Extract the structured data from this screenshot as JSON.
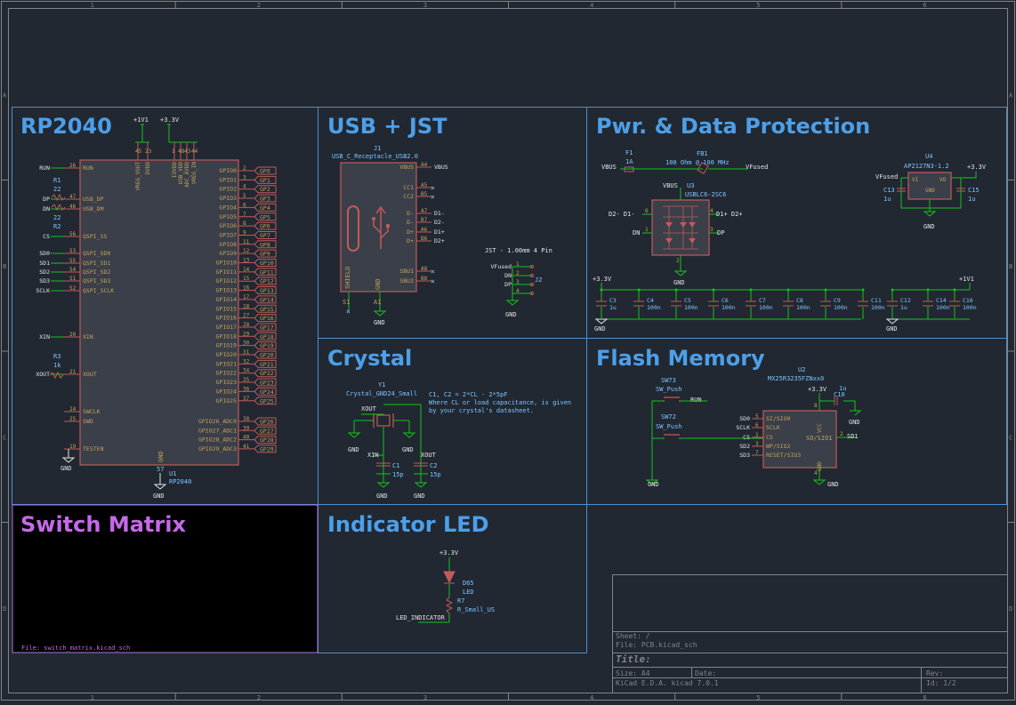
{
  "colors": {
    "background": "#212832",
    "frame": "#848484",
    "section_border": "#4e8fcf",
    "section_title": "#4d9fe8",
    "wire": "#16c21a",
    "symbol_body": "#c35a5a",
    "pin_number": "#c4a25a",
    "pin_label": "#c4a25a",
    "text_cyan": "#7ec5ff",
    "net_label": "#e3e3e3",
    "power_label": "#e3e3e3",
    "hier_sheet_fill": "#000000",
    "hier_sheet_border": "#b06fe0",
    "hier_sheet_title": "#c569e8",
    "titleblock": "#848484"
  },
  "frame": {
    "cols": [
      "1",
      "2",
      "3",
      "4",
      "5",
      "6"
    ],
    "rows": [
      "A",
      "B",
      "C",
      "D"
    ]
  },
  "sections": {
    "rp2040": "RP2040",
    "usb": "USB + JST",
    "power": "Pwr. & Data Protection",
    "crystal": "Crystal",
    "flash": "Flash Memory",
    "switch": "Switch Matrix",
    "led": "Indicator LED"
  },
  "rp2040": {
    "ref": "U1",
    "value": "RP2040",
    "supply_1v1": "+1V1",
    "supply_3v3": "+3.3V",
    "top_pins": [
      {
        "num": "45",
        "name": "VREG_VOUT"
      },
      {
        "num": "23",
        "name": "DVDD"
      },
      {
        "num": "1",
        "name": "IOVDD"
      },
      {
        "num": "48",
        "name": "USB_VDD"
      },
      {
        "num": "43",
        "name": "ADC_AVDD"
      },
      {
        "num": "44",
        "name": "VREG_IN"
      }
    ],
    "left_pins": [
      {
        "num": "26",
        "name": "RUN",
        "net": "RUN"
      },
      {
        "num": "47",
        "name": "USB_DP",
        "net": "DP"
      },
      {
        "num": "46",
        "name": "USB_DM",
        "net": "DN"
      },
      {
        "num": "56",
        "name": "QSPI_SS",
        "net": "CS"
      },
      {
        "num": "53",
        "name": "QSPI_SD0",
        "net": "SD0"
      },
      {
        "num": "55",
        "name": "QSPI_SD1",
        "net": "SD1"
      },
      {
        "num": "54",
        "name": "QSPI_SD2",
        "net": "SD2"
      },
      {
        "num": "51",
        "name": "QSPI_SD3",
        "net": "SD3"
      },
      {
        "num": "52",
        "name": "QSPI_SCLK",
        "net": "SCLK"
      },
      {
        "num": "20",
        "name": "XIN",
        "net": "XIN"
      },
      {
        "num": "21",
        "name": "XOUT",
        "net": "XOUT"
      },
      {
        "num": "24",
        "name": "SWCLK",
        "net": ""
      },
      {
        "num": "25",
        "name": "SWD",
        "net": ""
      },
      {
        "num": "19",
        "name": "TESTEN",
        "net": ""
      }
    ],
    "gpio_pins": [
      {
        "num": "2",
        "name": "GPIO0",
        "net": "GP0"
      },
      {
        "num": "3",
        "name": "GPIO1",
        "net": "GP1"
      },
      {
        "num": "4",
        "name": "GPIO2",
        "net": "GP2"
      },
      {
        "num": "5",
        "name": "GPIO3",
        "net": "GP3"
      },
      {
        "num": "6",
        "name": "GPIO4",
        "net": "GP4"
      },
      {
        "num": "7",
        "name": "GPIO5",
        "net": "GP5"
      },
      {
        "num": "8",
        "name": "GPIO6",
        "net": "GP6"
      },
      {
        "num": "9",
        "name": "GPIO7",
        "net": "GP7"
      },
      {
        "num": "11",
        "name": "GPIO8",
        "net": "GP8"
      },
      {
        "num": "12",
        "name": "GPIO9",
        "net": "GP9"
      },
      {
        "num": "13",
        "name": "GPIO10",
        "net": "GP10"
      },
      {
        "num": "14",
        "name": "GPIO11",
        "net": "GP11"
      },
      {
        "num": "15",
        "name": "GPIO12",
        "net": "GP12"
      },
      {
        "num": "16",
        "name": "GPIO13",
        "net": "GP13"
      },
      {
        "num": "17",
        "name": "GPIO14",
        "net": "GP14"
      },
      {
        "num": "18",
        "name": "GPIO15",
        "net": "GP15"
      },
      {
        "num": "27",
        "name": "GPIO16",
        "net": "GP16"
      },
      {
        "num": "28",
        "name": "GPIO17",
        "net": "GP17"
      },
      {
        "num": "29",
        "name": "GPIO18",
        "net": "GP18"
      },
      {
        "num": "30",
        "name": "GPIO19",
        "net": "GP19"
      },
      {
        "num": "31",
        "name": "GPIO20",
        "net": "GP20"
      },
      {
        "num": "32",
        "name": "GPIO21",
        "net": "GP21"
      },
      {
        "num": "34",
        "name": "GPIO22",
        "net": "GP22"
      },
      {
        "num": "35",
        "name": "GPIO23",
        "net": "GP23"
      },
      {
        "num": "36",
        "name": "GPIO24",
        "net": "GP24"
      },
      {
        "num": "37",
        "name": "GPIO25",
        "net": "GP25"
      },
      {
        "num": "38",
        "name": "GPIO26_ADC0",
        "net": "GP26"
      },
      {
        "num": "39",
        "name": "GPIO27_ADC1",
        "net": "GP27"
      },
      {
        "num": "40",
        "name": "GPIO28_ADC2",
        "net": "GP28"
      },
      {
        "num": "41",
        "name": "GPIO29_ADC3",
        "net": "GP29"
      }
    ],
    "bottom_pin": {
      "num": "57",
      "name": "GND"
    },
    "r1": {
      "ref": "R1",
      "value": "22"
    },
    "r2": {
      "ref": "R2",
      "value": "22"
    },
    "r3": {
      "ref": "R3",
      "value": "1k"
    },
    "gnd": "GND"
  },
  "usb": {
    "ref": "J1",
    "value": "USB_C_Receptacle_USB2.0",
    "pins_right": [
      {
        "num": "A4",
        "name": "VBUS",
        "net": "VBUS"
      },
      {
        "num": "A5",
        "name": "CC1",
        "net": ""
      },
      {
        "num": "B5",
        "name": "CC2",
        "net": ""
      },
      {
        "num": "A7",
        "name": "D-",
        "net": "D1-"
      },
      {
        "num": "B7",
        "name": "D-",
        "net": "D2-"
      },
      {
        "num": "A6",
        "name": "D+",
        "net": "D1+"
      },
      {
        "num": "B6",
        "name": "D+",
        "net": "D2+"
      },
      {
        "num": "A8",
        "name": "SBU1",
        "net": ""
      },
      {
        "num": "B8",
        "name": "SBU2",
        "net": ""
      }
    ],
    "shield": {
      "num": "S1",
      "name": "SHIELD"
    },
    "gnd_pin": {
      "num": "A1",
      "name": "GND"
    },
    "jst_note": "JST - 1.00mm 4 Pin",
    "jst_ref": "J2",
    "jst_pins": [
      {
        "num": "1",
        "net": "VFused"
      },
      {
        "num": "2",
        "net": "DN"
      },
      {
        "num": "3",
        "net": "DP"
      },
      {
        "num": "4",
        "net": ""
      }
    ],
    "gnd": "GND"
  },
  "power": {
    "fuse_ref": "F1",
    "fuse_value": "1A",
    "vbus": "VBUS",
    "ferrite_ref": "FB1",
    "ferrite_value": "100 Ohm @ 100 MHz",
    "vfused": "VFused",
    "tvs_ref": "U3",
    "tvs_value": "USBLC6-2SC6",
    "tvs_vbus": "VBUS",
    "tvs_pins": [
      {
        "num": "6",
        "net": "D2- D1-"
      },
      {
        "num": "4",
        "net": "D1+ D2+"
      },
      {
        "num": "1",
        "net": "DN"
      },
      {
        "num": "3",
        "net": "DP"
      },
      {
        "num": "2",
        "net": "GND"
      }
    ],
    "ldo_ref": "U4",
    "ldo_value": "AP2127N3-1.2",
    "ldo_in": "VI",
    "ldo_out": "VO",
    "ldo_gnd": "GND",
    "ldo_in_net": "VFused",
    "ldo_out_net": "+3.3V",
    "c13": {
      "ref": "C13",
      "value": "1u"
    },
    "c15": {
      "ref": "C15",
      "value": "1u"
    },
    "rail_3v3": "+3.3V",
    "rail_1v1": "+1V1",
    "caps_3v3": [
      {
        "ref": "C3",
        "value": "1u"
      },
      {
        "ref": "C4",
        "value": "100n"
      },
      {
        "ref": "C5",
        "value": "100n"
      },
      {
        "ref": "C6",
        "value": "100n"
      },
      {
        "ref": "C7",
        "value": "100n"
      },
      {
        "ref": "C8",
        "value": "100n"
      },
      {
        "ref": "C9",
        "value": "100n"
      },
      {
        "ref": "C11",
        "value": "100n"
      }
    ],
    "caps_1v1": [
      {
        "ref": "C12",
        "value": "1u"
      },
      {
        "ref": "C14",
        "value": "100n"
      },
      {
        "ref": "C16",
        "value": "100n"
      }
    ],
    "gnd": "GND"
  },
  "crystal": {
    "ref": "Y1",
    "value": "Crystal_GND24_Small",
    "note_line1": "C1, C2 = 2*CL - 2*5pF",
    "note_line2": "Where CL or load capacitance, is given",
    "note_line3": "by your crystal's datasheet.",
    "xout": "XOUT",
    "xin": "XIN",
    "xout2": "XOUT",
    "c1": {
      "ref": "C1",
      "value": "15p"
    },
    "c2": {
      "ref": "C2",
      "value": "15p"
    },
    "gnd": "GND"
  },
  "flash": {
    "ref": "U2",
    "value": "MX25R3235FZNxx0",
    "sw73": {
      "ref": "SW73",
      "value": "SW_Push",
      "net": "RUN"
    },
    "sw72": {
      "ref": "SW72",
      "value": "SW_Push"
    },
    "vcc": "VCC",
    "supply": "+3.3V",
    "cap": {
      "ref": "C10",
      "value": "1u"
    },
    "pins_left": [
      {
        "num": "5",
        "name": "SI/SIO0",
        "net": "SD0"
      },
      {
        "num": "6",
        "name": "SCLK",
        "net": "SCLK"
      },
      {
        "num": "1",
        "name": "CS",
        "net": "CS"
      },
      {
        "num": "3",
        "name": "WP/SIO2",
        "net": "SD2"
      },
      {
        "num": "7",
        "name": "RESET/SIO3",
        "net": "SD3"
      }
    ],
    "pin_right": {
      "num": "2",
      "name": "SO/SIO1",
      "net": "SD1"
    },
    "pin_vcc": "8",
    "pin_gnd": "4",
    "gnd_label": "GND",
    "gnd": "GND"
  },
  "switch_matrix": {
    "file": "File: switch_matrix.kicad_sch"
  },
  "led": {
    "supply": "+3.3V",
    "led_ref": "D65",
    "led_value": "LED",
    "r_ref": "R7",
    "r_value": "R_Small_US",
    "net": "LED_INDICATOR"
  },
  "titleblock": {
    "sheet": "Sheet: /",
    "file": "File: PCB.kicad_sch",
    "title": "Title:",
    "size": "Size: A4",
    "date": "Date:",
    "rev": "Rev:",
    "tool": "KiCad E.D.A.  kicad 7.0.1",
    "id": "Id: 1/2"
  }
}
